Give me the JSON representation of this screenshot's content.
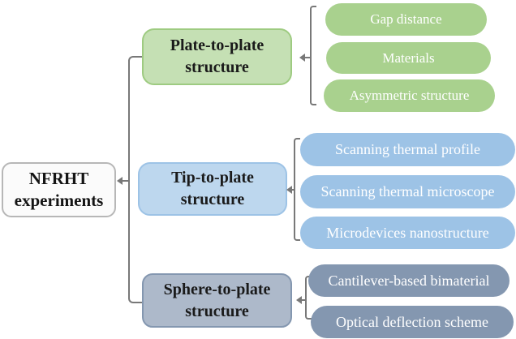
{
  "canvas": {
    "background": "#ffffff",
    "line_color": "#787878"
  },
  "root": {
    "label": "NFRHT experiments",
    "fill": "#fbfbfb",
    "border": "#b7b7b7",
    "text_color": "#141414"
  },
  "branches": [
    {
      "label": "Plate-to-plate structure",
      "box_fill": "#c5e0b4",
      "box_border": "#9ecb81",
      "pill_fill": "#a9d18e",
      "pill_text_color": "#ffffff",
      "children": [
        {
          "label": "Gap distance"
        },
        {
          "label": "Materials"
        },
        {
          "label": "Asymmetric structure"
        }
      ]
    },
    {
      "label": "Tip-to-plate structure",
      "box_fill": "#bdd7ee",
      "box_border": "#9dc3e6",
      "pill_fill": "#9dc3e6",
      "pill_text_color": "#ffffff",
      "children": [
        {
          "label": "Scanning thermal profile"
        },
        {
          "label": "Scanning thermal microscope"
        },
        {
          "label": "Microdevices nanostructure"
        }
      ]
    },
    {
      "label": "Sphere-to-plate structure",
      "box_fill": "#adb9ca",
      "box_border": "#8497b0",
      "pill_fill": "#8497b0",
      "pill_text_color": "#ffffff",
      "children": [
        {
          "label": "Cantilever-based bimaterial"
        },
        {
          "label": "Optical deflection scheme"
        }
      ]
    }
  ]
}
